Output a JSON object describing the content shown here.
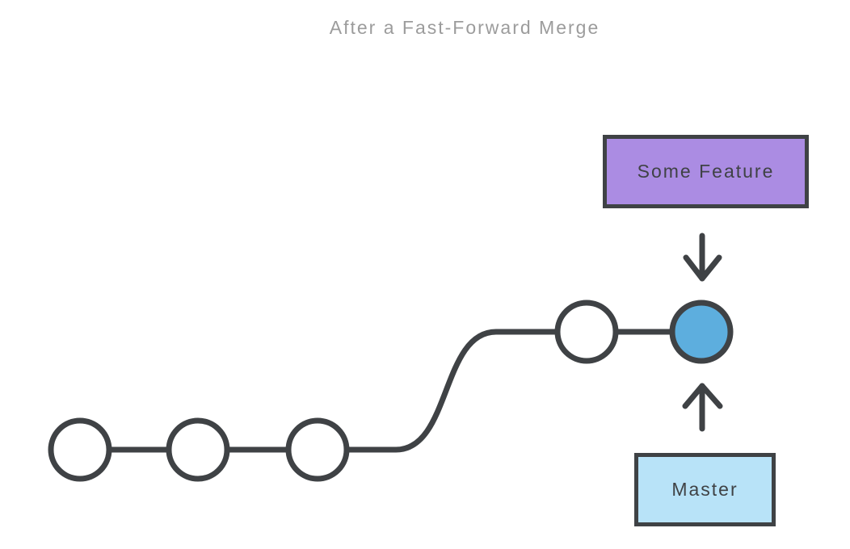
{
  "title": "After a Fast-Forward Merge",
  "feature_label": {
    "text": "Some Feature"
  },
  "master_label": {
    "text": "Master"
  },
  "colors": {
    "background": "#ffffff",
    "outline": "#3f4245",
    "title_text": "#9c9c9c",
    "feature_fill": "#ab8ce3",
    "master_fill": "#b8e3f8",
    "commit_fill": "#ffffff",
    "merged_commit_fill": "#5daede"
  },
  "diagram": {
    "type": "git-commit-graph",
    "commits": [
      {
        "index": 1,
        "row": "base",
        "filled": false
      },
      {
        "index": 2,
        "row": "base",
        "filled": false
      },
      {
        "index": 3,
        "row": "base",
        "filled": false
      },
      {
        "index": 4,
        "row": "fast-forwarded",
        "filled": false
      },
      {
        "index": 5,
        "row": "fast-forwarded",
        "filled": true
      }
    ],
    "pointers": [
      {
        "label": "Some Feature",
        "arrow": "down",
        "target": "last-commit"
      },
      {
        "label": "Master",
        "arrow": "up",
        "target": "last-commit"
      }
    ]
  }
}
